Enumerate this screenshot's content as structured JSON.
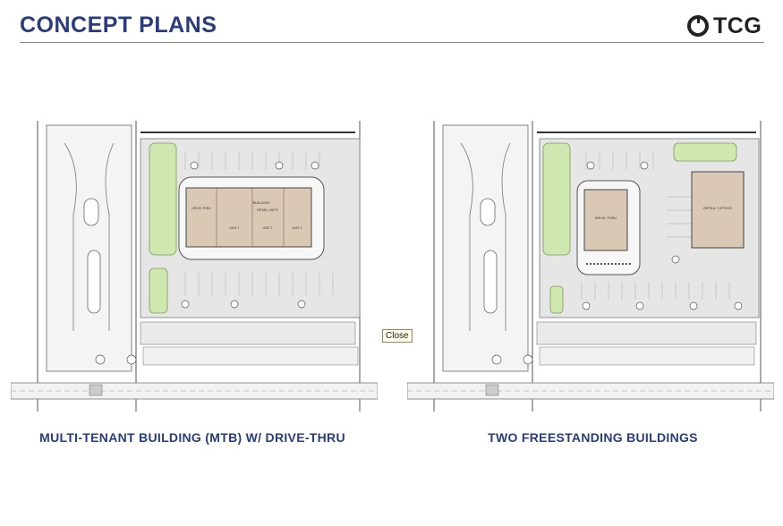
{
  "header": {
    "title": "CONCEPT PLANS",
    "logo_text": "TCG"
  },
  "plans": {
    "left": {
      "caption": "MULTI-TENANT BUILDING (MTB) W/ DRIVE-THRU",
      "building_label": "BUILDING",
      "drive_thru_label": "DRIVE-THRU",
      "unit_labels": [
        "UNIT 1",
        "UNIT 2",
        "UNIT 3"
      ],
      "retail_label": "RETAIL UNITS"
    },
    "right": {
      "caption": "TWO FREESTANDING BUILDINGS",
      "drive_thru_label": "DRIVE-THRU",
      "retail_label": "RETAIL / OFFICE"
    }
  },
  "tooltip": {
    "close_label": "Close"
  },
  "colors": {
    "title": "#2a3d7a",
    "building_fill": "#d9c9b4",
    "landscape_fill": "#cfe8b0",
    "pavement": "#e6e6e6"
  }
}
